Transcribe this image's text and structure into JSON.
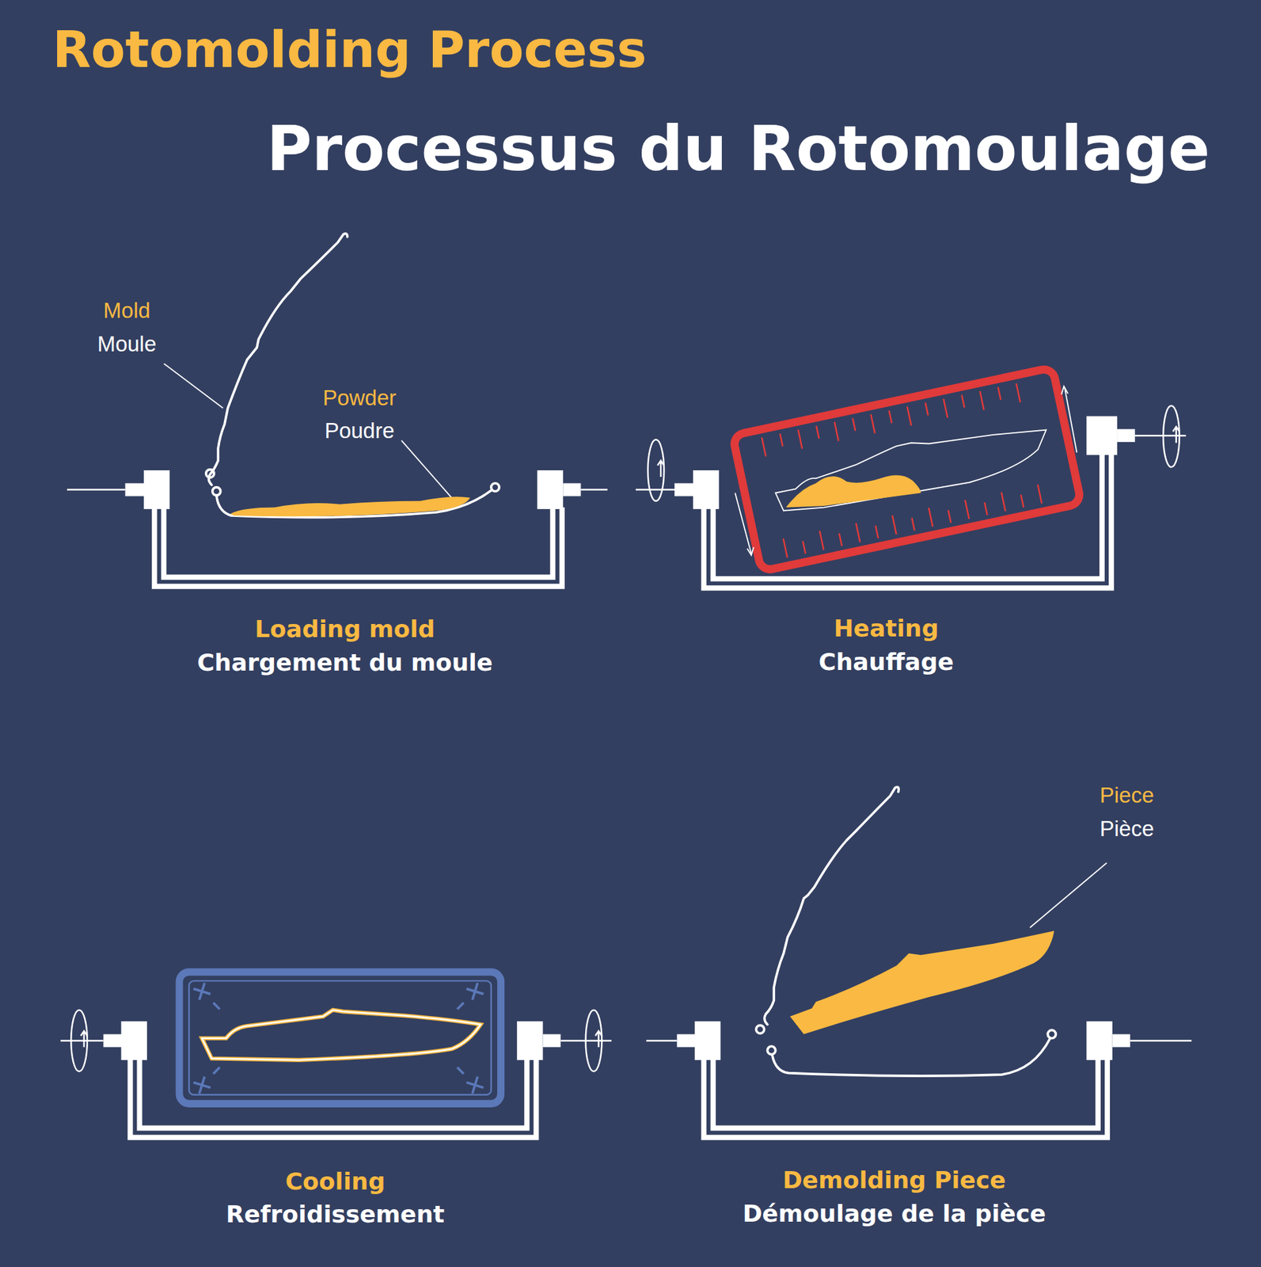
{
  "diagram": {
    "title": "Rotomolding Process",
    "labels": [
      "Processus du Rotomoulage",
      "Mold",
      "Moule",
      "Powder",
      "Poudre",
      "Loading mold",
      "Chargement du moule",
      "Heating",
      "Chauffage",
      "Cooling",
      "Refroidissement",
      "Demolding Piece",
      "Démoulage de la pièce",
      "Piece",
      "Pièce"
    ]
  }
}
